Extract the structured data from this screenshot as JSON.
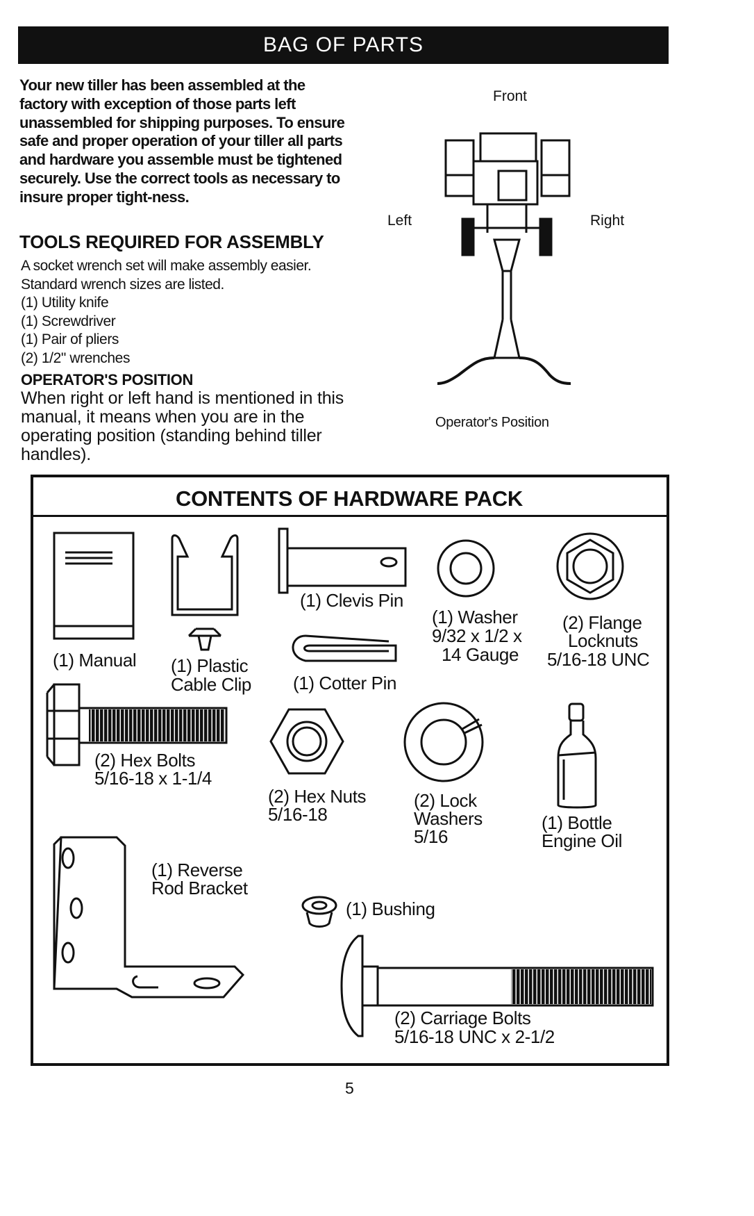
{
  "header": {
    "title": "BAG OF PARTS"
  },
  "intro": {
    "text": "Your new tiller has been assembled at the factory with exception of those parts left unassembled for shipping purposes. To ensure safe and proper operation of your tiller all parts and hardware you assemble must be tightened securely. Use the correct tools as necessary to insure proper tight-ness."
  },
  "tools": {
    "heading": "TOOLS REQUIRED FOR ASSEMBLY",
    "text": "A socket wrench set will make assembly easier.  Standard wrench sizes are listed.",
    "items": [
      "(1) Utility knife",
      "(1) Screwdriver",
      "(1) Pair of pliers",
      "(2) 1/2\" wrenches"
    ]
  },
  "operator": {
    "heading": "OPERATOR'S POSITION",
    "text": "When right or left hand is mentioned in this manual, it means when you are in the operating position (standing behind tiller handles)."
  },
  "diagram": {
    "front": "Front",
    "left": "Left",
    "right": "Right",
    "caption": "Operator's Position"
  },
  "hardware": {
    "title": "CONTENTS OF HARDWARE PACK",
    "manual": "(1) Manual",
    "cable_clip_1": "(1) Plastic",
    "cable_clip_2": "Cable Clip",
    "clevis_pin": "(1) Clevis Pin",
    "cotter_pin": "(1) Cotter Pin",
    "washer_1": "(1) Washer",
    "washer_2": "9/32 x 1/2 x",
    "washer_3": "14 Gauge",
    "flange_1": "(2) Flange",
    "flange_2": "Locknuts",
    "flange_3": "5/16-18 UNC",
    "hex_bolts_1": "(2) Hex Bolts",
    "hex_bolts_2": "5/16-18 x 1-1/4",
    "hex_nuts_1": "(2) Hex Nuts",
    "hex_nuts_2": "5/16-18",
    "lock_washers_1": "(2) Lock",
    "lock_washers_2": "Washers",
    "lock_washers_3": "5/16",
    "oil_1": "(1) Bottle",
    "oil_2": "Engine Oil",
    "bracket_1": "(1) Reverse",
    "bracket_2": "Rod Bracket",
    "bushing": "(1) Bushing",
    "carriage_1": "(2) Carriage Bolts",
    "carriage_2": "5/16-18 UNC x 2-1/2"
  },
  "footer": {
    "page_number": "5"
  }
}
